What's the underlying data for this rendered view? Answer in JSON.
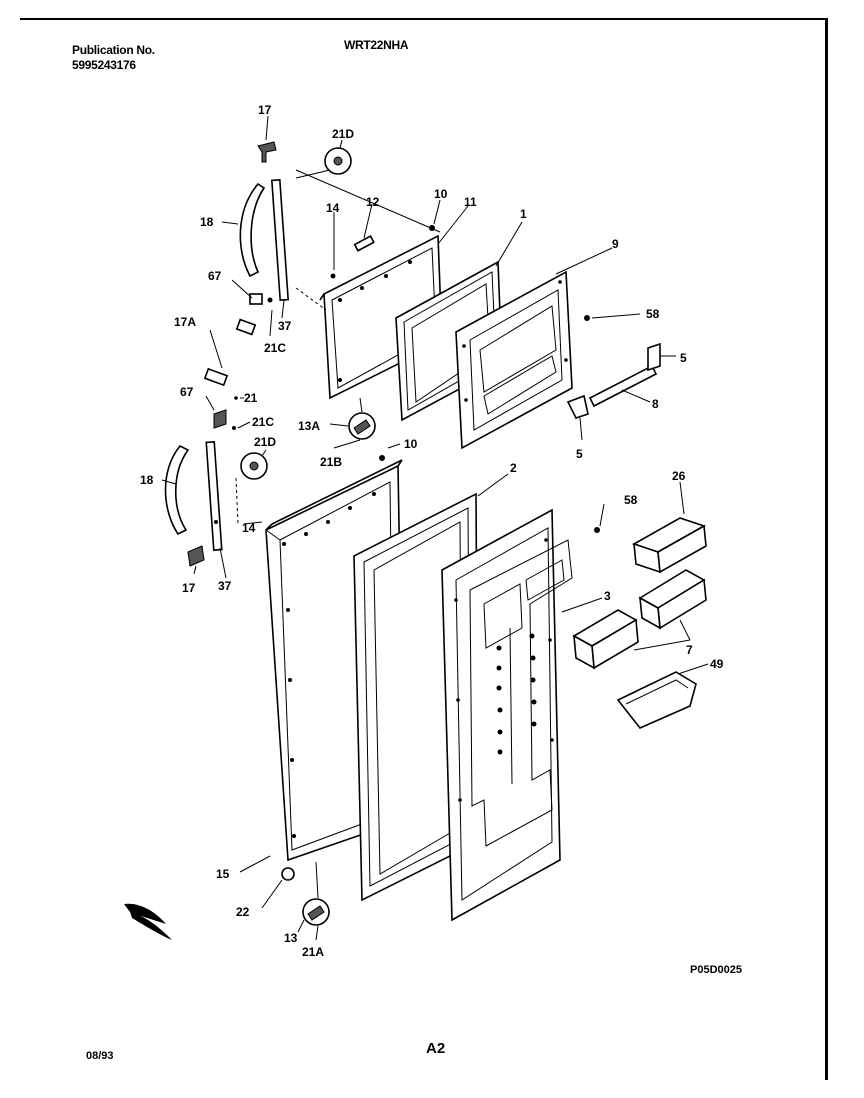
{
  "header": {
    "publication_label": "Publication No.",
    "publication_number": "5995243176",
    "model": "WRT22NHA"
  },
  "footer": {
    "date": "08/93",
    "page": "A2",
    "diagram_code": "P05D0025"
  },
  "callouts": [
    "17",
    "21D",
    "10",
    "11",
    "12",
    "14",
    "1",
    "9",
    "18",
    "67",
    "37",
    "21C",
    "58",
    "5",
    "8",
    "17A",
    "21",
    "67",
    "21C",
    "13A",
    "5",
    "21B",
    "10",
    "21D",
    "2",
    "18",
    "14",
    "17",
    "37",
    "58",
    "26",
    "3",
    "7",
    "49",
    "15",
    "22",
    "13",
    "21A"
  ]
}
